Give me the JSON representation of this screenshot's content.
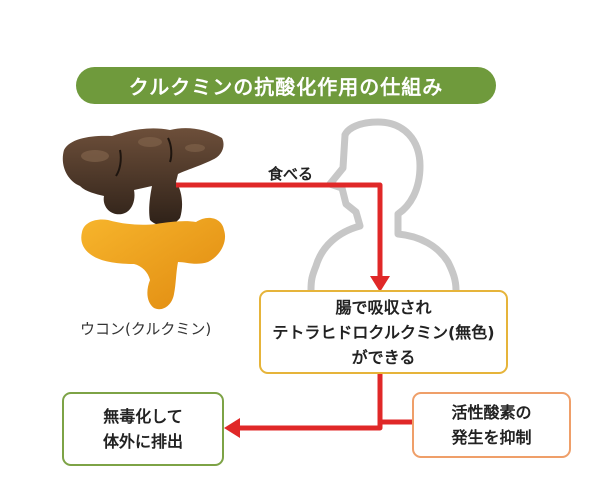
{
  "title": "クルクミンの抗酸化作用の仕組み",
  "eat_label": "食べる",
  "turmeric_label": "ウコン(クルクミン)",
  "box_intestine": {
    "line1": "腸で吸収され",
    "line2": "テトラヒドロクルクミン(無色)",
    "line3": "ができる"
  },
  "box_detox": {
    "line1": "無毒化して",
    "line2": "体外に排出"
  },
  "box_suppress": {
    "line1": "活性酸素の",
    "line2": "発生を抑制"
  },
  "colors": {
    "title_bg": "#6f9a3c",
    "arrow": "#e02828",
    "box_yellow_border": "#e6b43a",
    "box_green_border": "#7da346",
    "box_orange_border": "#ef9f69",
    "silhouette": "#c7c7c7"
  }
}
